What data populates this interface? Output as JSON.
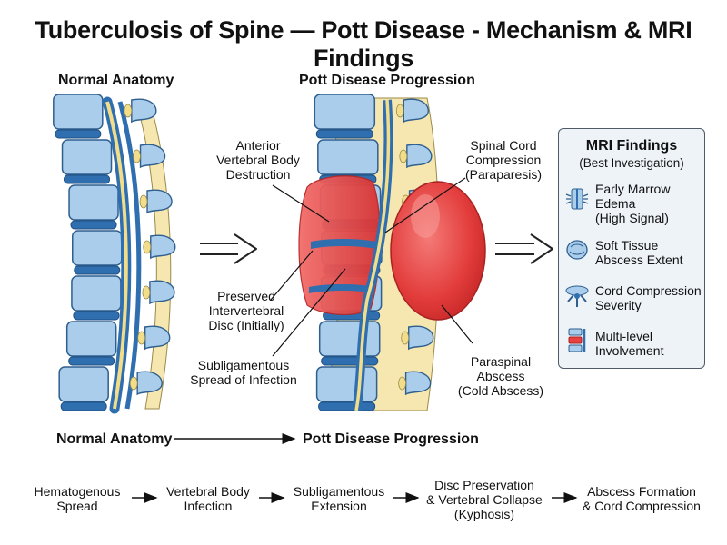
{
  "title": "Tuberculosis of Spine — Pott Disease - Mechanism & MRI Findings",
  "headings": {
    "normal_anatomy": "Normal Anatomy",
    "progression": "Pott Disease Progression"
  },
  "annotations": {
    "anterior_destruction": [
      "Anterior",
      "Vertebral Body",
      "Destruction"
    ],
    "preserved_disc": [
      "Preserved",
      "Intervertebral",
      "Disc (Initially)"
    ],
    "subligamentous": [
      "Subligamentous",
      "Spread of Infection"
    ],
    "cord_compression": [
      "Spinal Cord",
      "Compression",
      "(Paraparesis)"
    ],
    "paraspinal_abscess": [
      "Paraspinal",
      "Abscess",
      "(Cold Abscess)"
    ]
  },
  "mri": {
    "title": "MRI Findings",
    "subtitle": "(Best Investigation)",
    "items": [
      {
        "icon": "marrow-edema-icon",
        "lines": [
          "Early Marrow",
          "Edema",
          "(High Signal)"
        ]
      },
      {
        "icon": "abscess-icon",
        "lines": [
          "Soft Tissue",
          "Abscess Extent"
        ]
      },
      {
        "icon": "cord-compression-icon",
        "lines": [
          "Cord Compression",
          "Severity"
        ]
      },
      {
        "icon": "multilevel-icon",
        "lines": [
          "Multi-level",
          "Involvement"
        ]
      }
    ]
  },
  "bottom_row": {
    "left": "Normal Anatomy",
    "right": "Pott Disease Progression"
  },
  "flow": [
    [
      "Hematogenous",
      "Spread"
    ],
    [
      "Vertebral Body",
      "Infection"
    ],
    [
      "Subligamentous",
      "Extension"
    ],
    [
      "Disc Preservation",
      "& Vertebral Collapse",
      "(Kyphosis)"
    ],
    [
      "Abscess Formation",
      "& Cord Compression"
    ]
  ],
  "colors": {
    "bone": "#a9cdea",
    "bone_edge": "#2f5f8f",
    "disc": "#2f6fb0",
    "cord": "#f2dd8a",
    "infection": "#e8413f",
    "abscess": "#e34a4a",
    "panel": "#eef3f8"
  }
}
